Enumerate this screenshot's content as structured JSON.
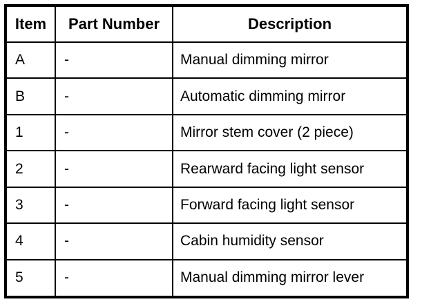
{
  "table": {
    "columns": [
      "Item",
      "Part Number",
      "Description"
    ],
    "rows": [
      {
        "item": "A",
        "part_number": "-",
        "description": "Manual dimming mirror"
      },
      {
        "item": "B",
        "part_number": "-",
        "description": "Automatic dimming mirror"
      },
      {
        "item": "1",
        "part_number": "-",
        "description": "Mirror stem cover (2 piece)"
      },
      {
        "item": "2",
        "part_number": "-",
        "description": "Rearward facing light sensor"
      },
      {
        "item": "3",
        "part_number": "-",
        "description": "Forward facing light sensor"
      },
      {
        "item": "4",
        "part_number": "-",
        "description": "Cabin humidity sensor"
      },
      {
        "item": "5",
        "part_number": "-",
        "description": "Manual dimming mirror lever"
      }
    ],
    "colors": {
      "border": "#000000",
      "background": "#ffffff",
      "text": "#000000"
    }
  }
}
